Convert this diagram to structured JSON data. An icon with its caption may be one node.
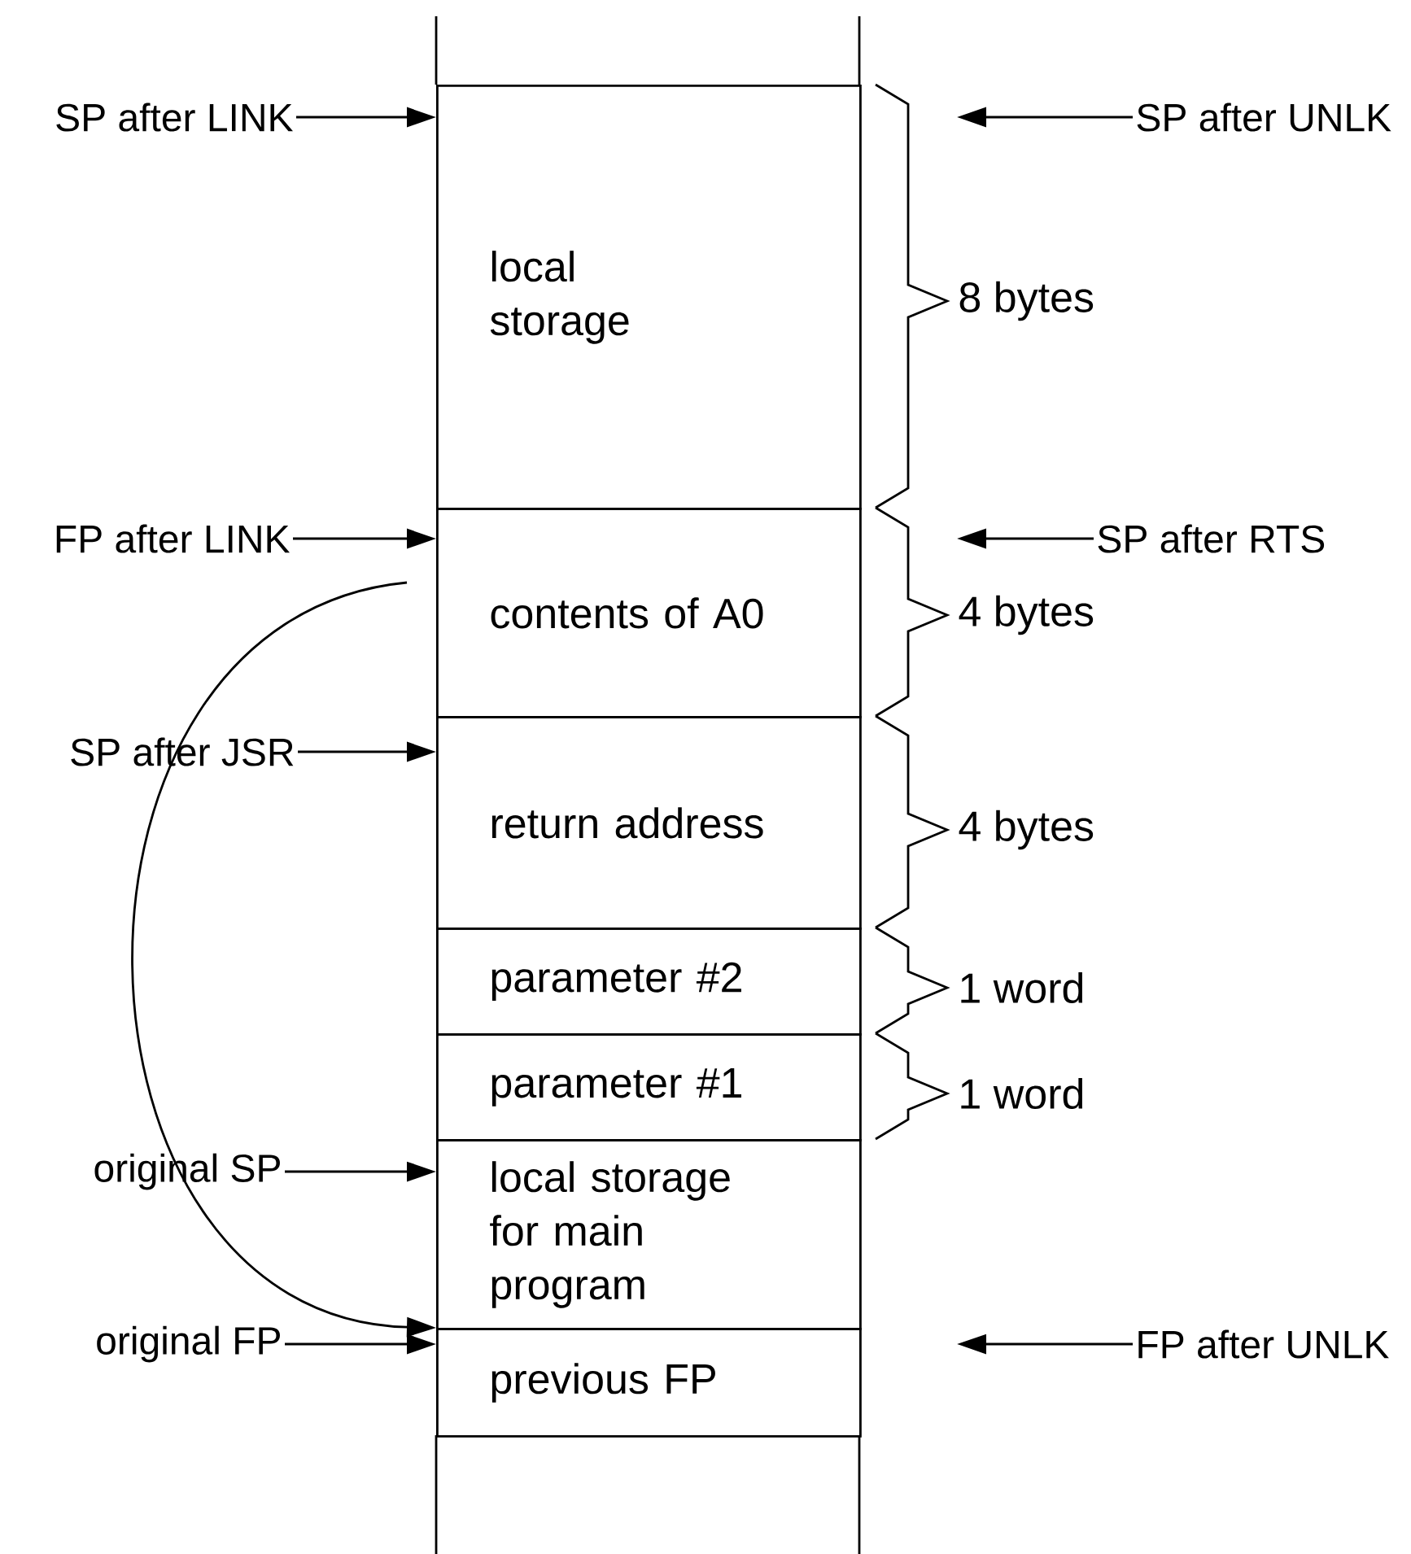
{
  "diagram": {
    "nodes": [
      {
        "text": [
          "local storage"
        ]
      },
      {
        "text": [
          "contents of A0"
        ]
      },
      {
        "text": [
          "return address"
        ]
      },
      {
        "text": [
          "parameter #2"
        ]
      },
      {
        "text": [
          "parameter #1"
        ]
      },
      {
        "text": [
          "local storage for main program"
        ]
      },
      {
        "text": [
          "previous FP"
        ]
      },
      {
        "text": [
          "SP after LINK"
        ]
      },
      {
        "text": [
          "FP after LINK"
        ]
      },
      {
        "text": [
          "SP after JSR"
        ]
      },
      {
        "text": [
          "original SP"
        ]
      },
      {
        "text": [
          "original FP"
        ]
      },
      {
        "text": [
          "SP after UNLK"
        ]
      },
      {
        "text": [
          "SP after RTS"
        ]
      },
      {
        "text": [
          "FP after UNLK"
        ]
      }
    ],
    "edges": [
      {
        "from": 7,
        "to": 0,
        "arrow": "to"
      },
      {
        "from": 8,
        "to": 1,
        "arrow": "to"
      },
      {
        "from": 9,
        "to": 2,
        "arrow": "to"
      },
      {
        "from": 10,
        "to": 5,
        "arrow": "to"
      },
      {
        "from": 11,
        "to": 6,
        "arrow": "to"
      },
      {
        "from": 12,
        "to": null,
        "arrow": "to"
      },
      {
        "from": 13,
        "to": null,
        "arrow": "to"
      },
      {
        "from": 14,
        "to": null,
        "arrow": "to"
      },
      {
        "from": 1,
        "to": 6,
        "arrow": "to"
      }
    ],
    "labels": [
      "8 bytes",
      "4 bytes",
      "4 bytes",
      "1 word",
      "1 word"
    ]
  }
}
